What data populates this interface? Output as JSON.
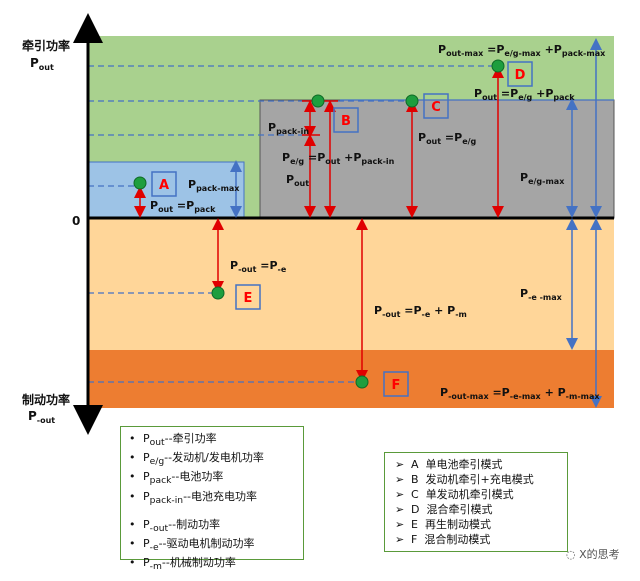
{
  "axis": {
    "top_title": "牵引功率",
    "top_sym": "P",
    "top_sub": "out",
    "bottom_title": "制动功率",
    "bottom_sym": "P",
    "bottom_sub": "-out",
    "zero": "0"
  },
  "colors": {
    "green_zone": "#a9d18e",
    "gray_zone": "#a5a5a5",
    "blue_zone": "#9dc3e6",
    "light_orange_zone": "#ffd699",
    "dark_orange_zone": "#ed7d31",
    "arrow_red": "#e00000",
    "arrow_blue": "#4472c4",
    "point_green": "#1e9e3e",
    "mode_letter": "#ff0000",
    "mode_border": "#4472c4"
  },
  "modes": {
    "A": "A",
    "B": "B",
    "C": "C",
    "D": "D",
    "E": "E",
    "F": "F"
  },
  "labels": {
    "pout_max_lhs": "P",
    "pout_max_lhs_sub": "out-max",
    "pout_max_eq": "=P",
    "pout_max_eq_sub": "e/g-max",
    "pout_max_plus": "+P",
    "pout_max_plus_sub": "pack-max",
    "d_lhs": "P",
    "d_lhs_sub": "out",
    "d_eq": "=P",
    "d_eq_sub": "e/g",
    "d_plus": "+P",
    "d_plus_sub": "pack",
    "pack_in": "P",
    "pack_in_sub": "pack-in",
    "eg_lhs": "P",
    "eg_lhs_sub": "e/g",
    "eg_eq": "=P",
    "eg_eq_sub": "out",
    "eg_plus": "+P",
    "eg_plus_sub": "pack-in",
    "b_pout": "P",
    "b_pout_sub": "out",
    "c_lhs": "P",
    "c_lhs_sub": "out",
    "c_eq": "=P",
    "c_eq_sub": "e/g",
    "eg_max": "P",
    "eg_max_sub": "e/g-max",
    "pack_max": "P",
    "pack_max_sub": "pack-max",
    "a_lhs": "P",
    "a_lhs_sub": "out",
    "a_eq": "=P",
    "a_eq_sub": "pack",
    "e_lhs": "P",
    "e_lhs_sub": "-out",
    "e_eq": "=P",
    "e_eq_sub": "-e",
    "f_lhs": "P",
    "f_lhs_sub": "-out",
    "f_eq": "=P",
    "f_eq_sub": "-e",
    "f_plus": "+ P",
    "f_plus_sub": "-m",
    "e_max": "P",
    "e_max_sub": "-e -max",
    "brake_max_lhs": "P",
    "brake_max_lhs_sub": "-out-max",
    "brake_max_eq": "=P",
    "brake_max_eq_sub": "-e-max",
    "brake_max_plus": "+ P",
    "brake_max_plus_sub": "-m-max"
  },
  "legend_symbols": [
    {
      "sym": "P",
      "sub": "out",
      "desc": "--牵引功率"
    },
    {
      "sym": "P",
      "sub": "e/g",
      "desc": "--发动机/发电机功率"
    },
    {
      "sym": "P",
      "sub": "pack",
      "desc": "--电池功率"
    },
    {
      "sym": "P",
      "sub": "pack-in",
      "desc": "--电池充电功率"
    },
    {
      "sym": "P",
      "sub": "-out",
      "desc": "--制动功率"
    },
    {
      "sym": "P",
      "sub": "-e",
      "desc": "--驱动电机制动功率"
    },
    {
      "sym": "P",
      "sub": "-m",
      "desc": "--机械制动功率"
    }
  ],
  "legend_modes": [
    {
      "letter": "A",
      "desc": "单电池牵引模式"
    },
    {
      "letter": "B",
      "desc": "发动机牵引+充电模式"
    },
    {
      "letter": "C",
      "desc": "单发动机牵引模式"
    },
    {
      "letter": "D",
      "desc": "混合牵引模式"
    },
    {
      "letter": "E",
      "desc": "再生制动模式"
    },
    {
      "letter": "F",
      "desc": "混合制动模式"
    }
  ],
  "bullets": {
    "dot": "•",
    "arrow": "➢"
  },
  "watermark": "X的思考"
}
